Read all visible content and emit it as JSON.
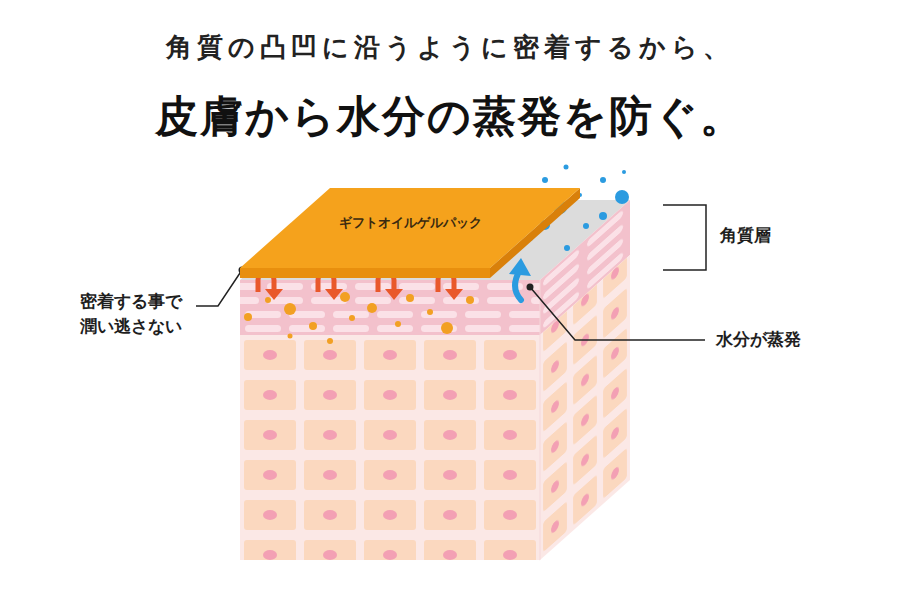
{
  "diagram": {
    "title": "皮膚から水分の蒸発を防ぐ。",
    "nodes": [
      {
        "text": [
          "ギフトオイルゲルパック"
        ]
      }
    ],
    "labels": [
      "角質の凸凹に沿うように密着するから、",
      "角質層",
      "密着する事で 潤い逃さない",
      "水分が蒸発"
    ]
  }
}
